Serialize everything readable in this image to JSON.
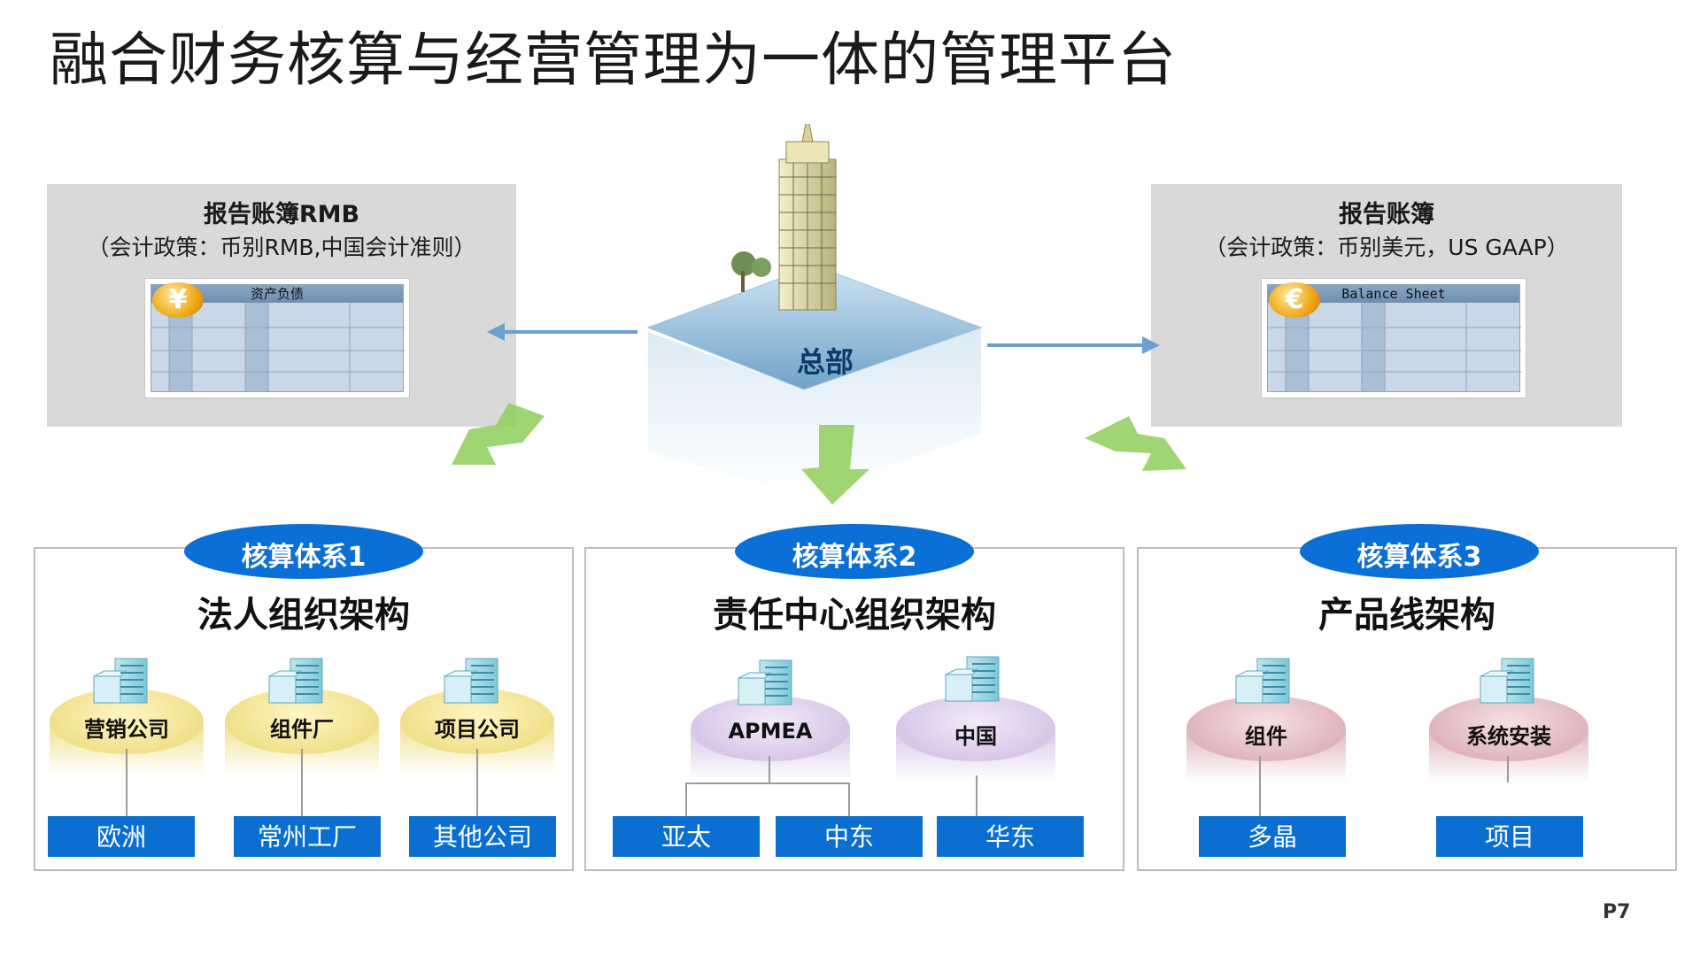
{
  "title": "融合财务核算与经营管理为一体的管理平台",
  "hq": {
    "label": "总部"
  },
  "left_book": {
    "title": "报告账簿RMB",
    "subtitle": "（会计政策：币别RMB,中国会计准则）",
    "sheet_label": "资产负债",
    "currency_symbol": "¥"
  },
  "right_book": {
    "title": "报告账簿",
    "subtitle": "（会计政策：币别美元，US GAAP）",
    "sheet_label": "Balance Sheet",
    "currency_symbol": "€"
  },
  "panels": [
    {
      "oval": "核算体系1",
      "heading": "法人组织架构",
      "nodes": [
        "营销公司",
        "组件厂",
        "项目公司"
      ],
      "leaves": [
        "欧洲",
        "常州工厂",
        "其他公司"
      ],
      "color": "#f0e08a"
    },
    {
      "oval": "核算体系2",
      "heading": "责任中心组织架构",
      "nodes": [
        "APMEA",
        "中国"
      ],
      "leaves": [
        "亚太",
        "中东",
        "华东"
      ],
      "color": "#d9c6e8"
    },
    {
      "oval": "核算体系3",
      "heading": "产品线架构",
      "nodes": [
        "组件",
        "系统安装"
      ],
      "leaves": [
        "多晶",
        "项目"
      ],
      "color": "#dfb4bd"
    }
  ],
  "page_number": "P7",
  "colors": {
    "oval_blue": "#0a6fd6",
    "leaf_blue": "#0a6fd0",
    "arrow_green": "#8fce5a",
    "book_gray": "#d9d9d9"
  }
}
